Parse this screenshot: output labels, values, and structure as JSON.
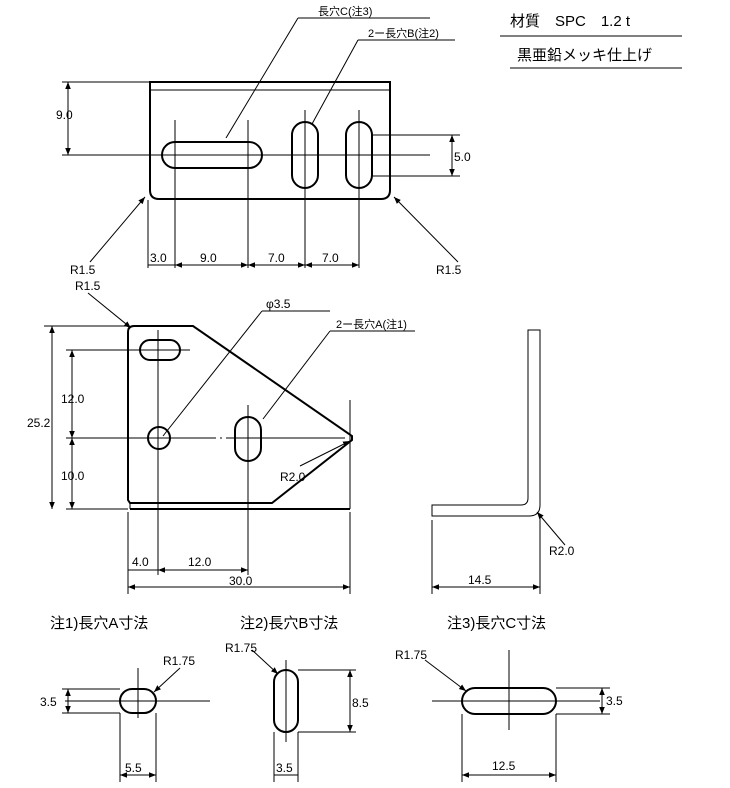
{
  "header": {
    "material_line": "材質　SPC　1.2 t",
    "finish_line": "黒亜鉛メッキ仕上げ"
  },
  "top_view": {
    "slot_c_label": "長穴C(注3)",
    "slot_b_label": "2ー長穴B(注2)",
    "dim_height": "9.0",
    "dim_slot_offset": "5.0",
    "dim_a": "3.0",
    "dim_b": "9.0",
    "dim_c": "7.0",
    "dim_d": "7.0",
    "radius_left": "R1.5",
    "radius_right": "R1.5"
  },
  "front_view": {
    "radius_corner": "R1.5",
    "hole_label": "φ3.5",
    "slot_a_label": "2ー長穴A(注1)",
    "dim_total_height": "25.2",
    "dim_upper": "12.0",
    "dim_lower": "10.0",
    "radius_tip": "R2.0",
    "dim_x1": "4.0",
    "dim_x2": "12.0",
    "dim_width": "30.0"
  },
  "side_view": {
    "radius_bend": "R2.0",
    "dim_width": "14.5"
  },
  "details": [
    {
      "caption": "注1)長穴A寸法",
      "radius": "R1.75",
      "dim_h": "3.5",
      "dim_w": "5.5"
    },
    {
      "caption": "注2)長穴B寸法",
      "radius": "R1.75",
      "dim_h": "8.5",
      "dim_w": "3.5"
    },
    {
      "caption": "注3)長穴C寸法",
      "radius": "R1.75",
      "dim_h": "3.5",
      "dim_w": "12.5"
    }
  ]
}
